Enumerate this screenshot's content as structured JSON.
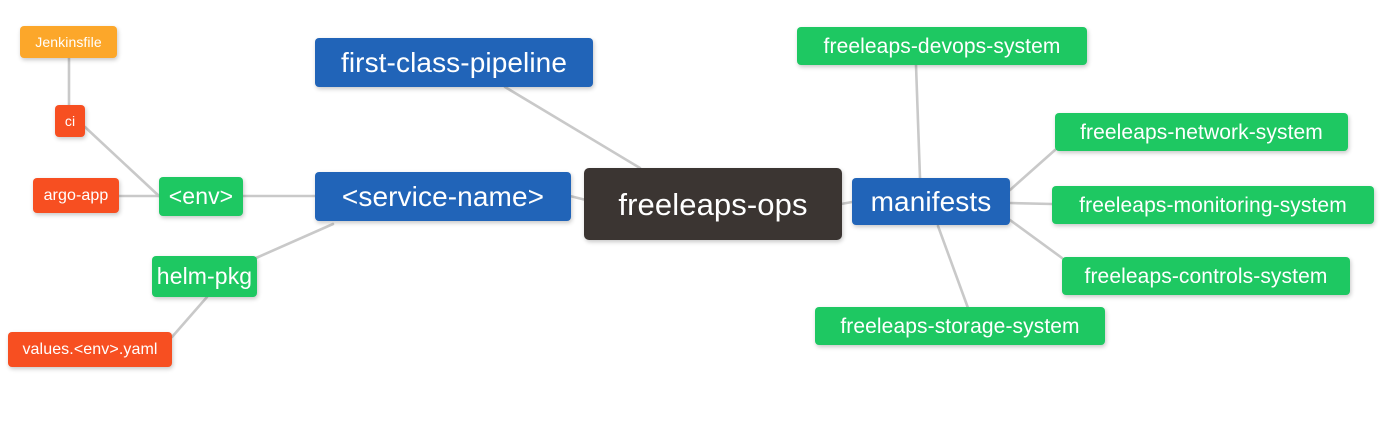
{
  "diagram": {
    "title": "freeleaps-ops repository structure mindmap",
    "background": "#ffffff",
    "edge_color": "#c9c9c9",
    "palette": {
      "root_dark": "#3b3532",
      "blue": "#2164b8",
      "green": "#1ec862",
      "orange": "#fca72a",
      "red": "#f74f21",
      "text": "#ffffff"
    },
    "nodes": [
      {
        "id": "freeleaps-ops",
        "label": "freeleaps-ops",
        "color": "root",
        "size": "xl"
      },
      {
        "id": "service-name",
        "label": "<service-name>",
        "color": "blue",
        "size": "lg"
      },
      {
        "id": "first-class-pipeline",
        "label": "first-class-pipeline",
        "color": "blue",
        "size": "lg"
      },
      {
        "id": "manifests",
        "label": "manifests",
        "color": "blue",
        "size": "lg"
      },
      {
        "id": "env",
        "label": "<env>",
        "color": "green",
        "size": "md"
      },
      {
        "id": "helm-pkg",
        "label": "helm-pkg",
        "color": "green",
        "size": "md"
      },
      {
        "id": "freeleaps-devops-system",
        "label": "freeleaps-devops-system",
        "color": "green",
        "size": "sm"
      },
      {
        "id": "freeleaps-network-system",
        "label": "freeleaps-network-system",
        "color": "green",
        "size": "sm"
      },
      {
        "id": "freeleaps-monitoring-system",
        "label": "freeleaps-monitoring-system",
        "color": "green",
        "size": "sm"
      },
      {
        "id": "freeleaps-controls-system",
        "label": "freeleaps-controls-system",
        "color": "green",
        "size": "sm"
      },
      {
        "id": "freeleaps-storage-system",
        "label": "freeleaps-storage-system",
        "color": "green",
        "size": "sm"
      },
      {
        "id": "jenkinsfile",
        "label": "Jenkinsfile",
        "color": "orange",
        "size": "xxs"
      },
      {
        "id": "ci",
        "label": "ci",
        "color": "red",
        "size": "xxs"
      },
      {
        "id": "argo-app",
        "label": "argo-app",
        "color": "red",
        "size": "xs"
      },
      {
        "id": "values-env-yaml",
        "label": "values.<env>.yaml",
        "color": "red",
        "size": "xs"
      }
    ],
    "edges": [
      {
        "from": "freeleaps-ops",
        "to": "service-name"
      },
      {
        "from": "freeleaps-ops",
        "to": "first-class-pipeline"
      },
      {
        "from": "freeleaps-ops",
        "to": "manifests"
      },
      {
        "from": "service-name",
        "to": "env"
      },
      {
        "from": "service-name",
        "to": "helm-pkg"
      },
      {
        "from": "env",
        "to": "ci"
      },
      {
        "from": "env",
        "to": "argo-app"
      },
      {
        "from": "ci",
        "to": "jenkinsfile"
      },
      {
        "from": "helm-pkg",
        "to": "values-env-yaml"
      },
      {
        "from": "manifests",
        "to": "freeleaps-devops-system"
      },
      {
        "from": "manifests",
        "to": "freeleaps-network-system"
      },
      {
        "from": "manifests",
        "to": "freeleaps-monitoring-system"
      },
      {
        "from": "manifests",
        "to": "freeleaps-controls-system"
      },
      {
        "from": "manifests",
        "to": "freeleaps-storage-system"
      }
    ]
  }
}
